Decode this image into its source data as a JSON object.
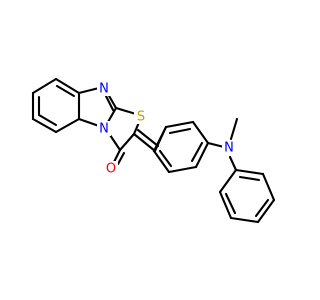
{
  "molecule": {
    "atoms": {
      "n_imidazole": {
        "label": "N",
        "color": "#0000ff"
      },
      "n_bridge": {
        "label": "N",
        "color": "#0000ff"
      },
      "s_thiazole": {
        "label": "S",
        "color": "#c8a000"
      },
      "o_carbonyl": {
        "label": "O",
        "color": "#ff0000"
      },
      "n_amine": {
        "label": "N",
        "color": "#0000ff"
      }
    },
    "bond_color": "#000000"
  }
}
